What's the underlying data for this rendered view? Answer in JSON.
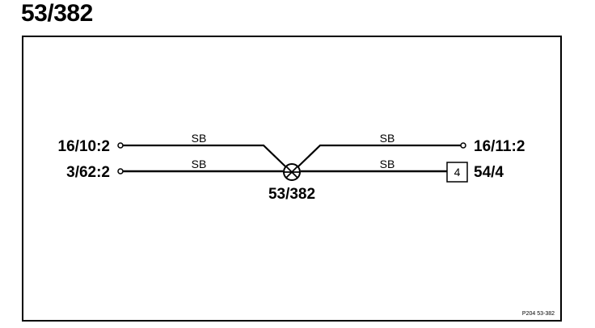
{
  "title": "53/382",
  "terminals": {
    "left_top": "16/10:2",
    "left_bottom": "3/62:2",
    "right_top": "16/11:2",
    "right_bottom": "54/4"
  },
  "wires": {
    "left_top_label": "SB",
    "left_bottom_label": "SB",
    "right_top_label": "SB",
    "right_bottom_label": "SB"
  },
  "splice_label": "53/382",
  "connector_pin": "4",
  "drawing_ref": "P204  53-382",
  "colors": {
    "line": "#000000",
    "background": "#ffffff"
  }
}
